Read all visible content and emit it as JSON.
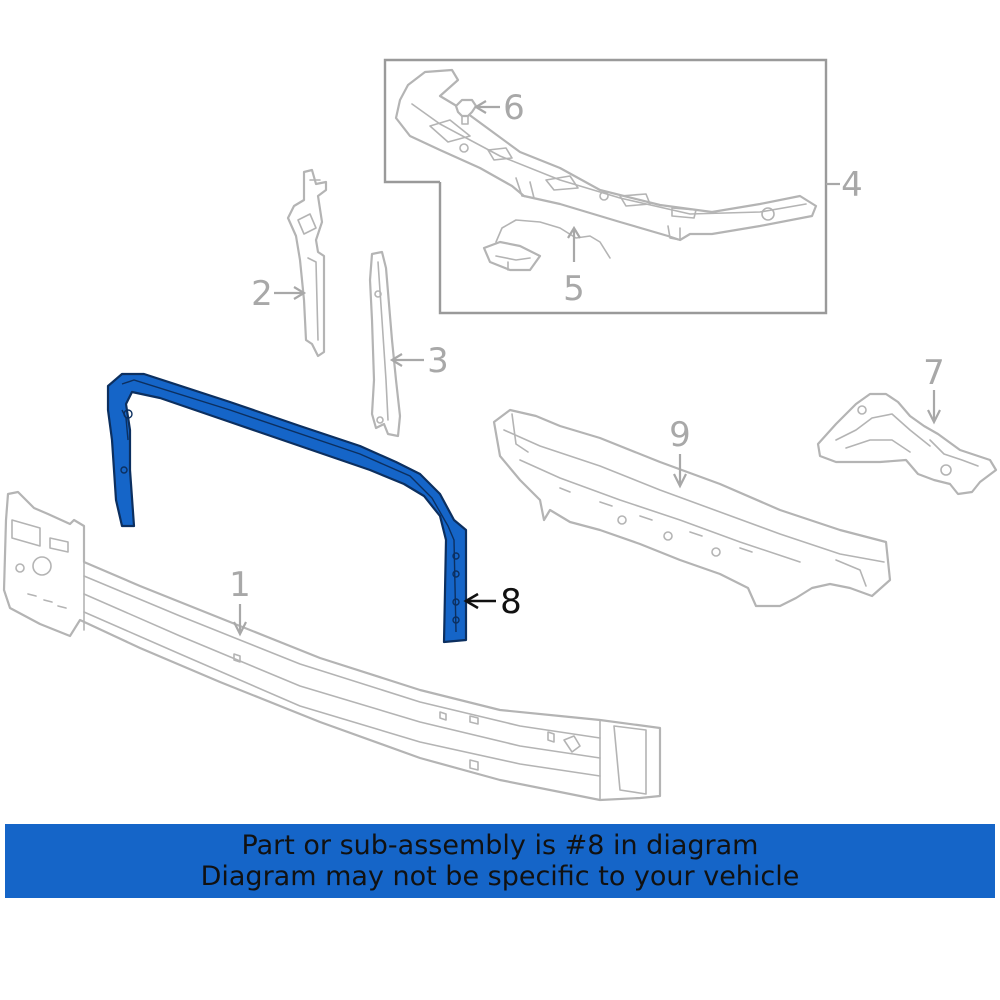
{
  "diagram": {
    "callouts": [
      {
        "id": "1",
        "label": "1"
      },
      {
        "id": "2",
        "label": "2"
      },
      {
        "id": "3",
        "label": "3"
      },
      {
        "id": "4",
        "label": "4"
      },
      {
        "id": "5",
        "label": "5"
      },
      {
        "id": "6",
        "label": "6"
      },
      {
        "id": "7",
        "label": "7"
      },
      {
        "id": "8",
        "label": "8"
      },
      {
        "id": "9",
        "label": "9"
      }
    ],
    "highlighted_part": "8",
    "highlight_color": "#1565c8",
    "line_color": "#b4b4b4"
  },
  "banner": {
    "line1": "Part or sub-assembly is #8 in diagram",
    "line2": "Diagram may not be specific to your vehicle",
    "background": "#1565c8"
  }
}
